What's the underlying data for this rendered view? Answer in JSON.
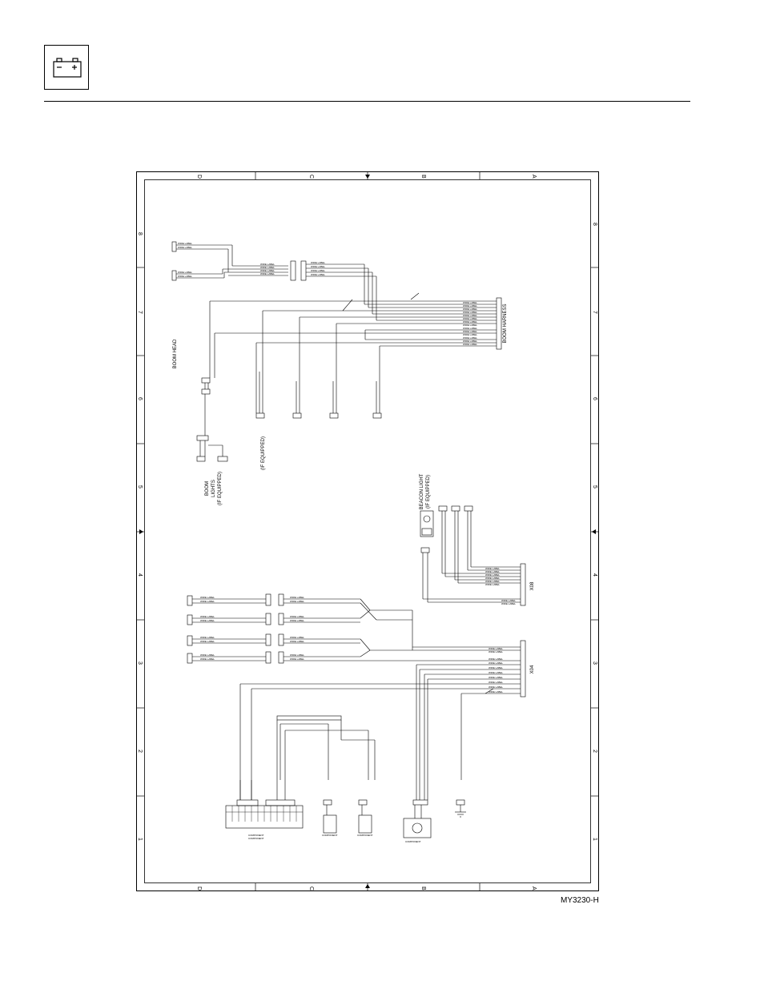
{
  "drawing_id": "MY3230-H",
  "zones": {
    "columns": [
      "D",
      "C",
      "B",
      "A"
    ],
    "rows": [
      "8",
      "7",
      "6",
      "5",
      "4",
      "3",
      "2",
      "1"
    ]
  },
  "labels": {
    "boom_harness": "BOOM HARNESS",
    "boom_head": "BOOM HEAD",
    "boom_lights": "BOOM",
    "boom_lights_2": "LIGHTS",
    "boom_lights_3": "(IF EQUIPPED)",
    "if_equipped": "(IF EQUIPPED)",
    "beacon_light": "BEACON LIGHT",
    "beacon_if_equipped": "(IF EQUIPPED)",
    "x08": "X08",
    "x04": "X04"
  },
  "colors": {
    "line": "#000000",
    "paper": "#ffffff"
  },
  "icons": {
    "header": "battery-icon"
  }
}
